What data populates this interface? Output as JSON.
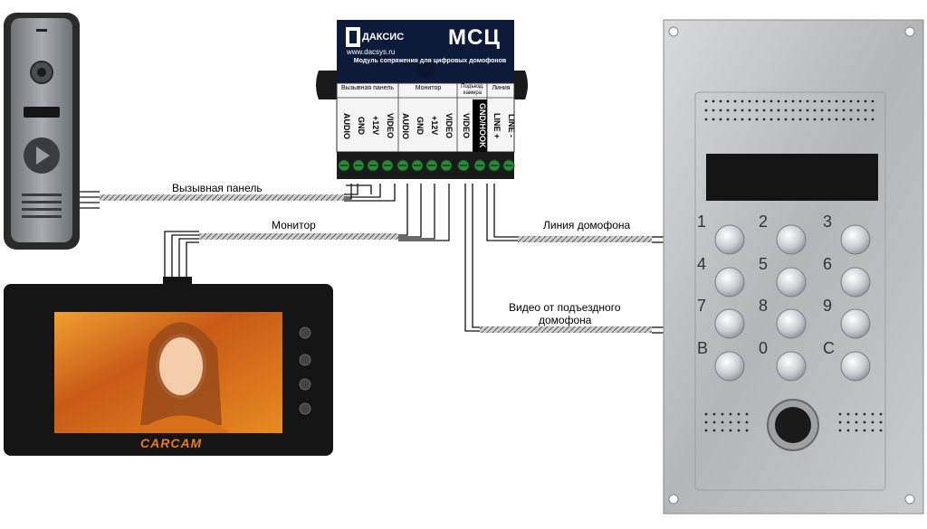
{
  "module": {
    "brand": "ДАКСИС",
    "url": "www.dacsys.ru",
    "model": "МСЦ",
    "description": "Модуль сопряжения для цифровых домофонов",
    "groups": [
      {
        "label": "Вызывная панель"
      },
      {
        "label": "Монитор"
      },
      {
        "label": "Подъезд. камера"
      },
      {
        "label": "Линия"
      }
    ],
    "terminals": [
      "AUDIO",
      "GND",
      "+12V",
      "VIDEO",
      "AUDIO",
      "GND",
      "+12V",
      "VIDEO",
      "VIDEO",
      "GND/HOOK",
      "LINE +",
      "LINE -"
    ]
  },
  "cables": {
    "panel": "Вызывная панель",
    "monitor": "Монитор",
    "line": "Линия домофона",
    "video_line1": "Видео от подъездного",
    "video_line2": "домофона"
  },
  "monitor": {
    "brand": "CARCAM"
  },
  "keypad": {
    "keys": [
      "1",
      "2",
      "3",
      "4",
      "5",
      "6",
      "7",
      "8",
      "9",
      "B",
      "0",
      "C"
    ]
  },
  "colors": {
    "module_body": "#0d1a3a",
    "module_label_panel": "#ffffff",
    "terminal_green": "#2a8a3a",
    "steel": "#b9bcbf",
    "monitor_frame": "#141414",
    "brand_orange": "#e87a1a"
  }
}
